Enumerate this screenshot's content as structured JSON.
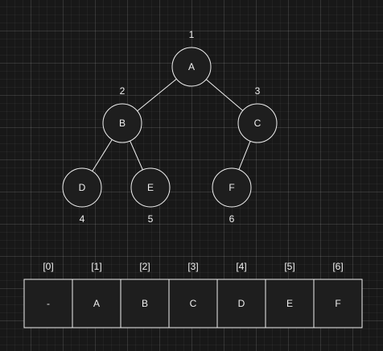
{
  "tree": {
    "nodes": [
      {
        "id": "A",
        "label": "A",
        "index": "1"
      },
      {
        "id": "B",
        "label": "B",
        "index": "2"
      },
      {
        "id": "C",
        "label": "C",
        "index": "3"
      },
      {
        "id": "D",
        "label": "D",
        "index": "4"
      },
      {
        "id": "E",
        "label": "E",
        "index": "5"
      },
      {
        "id": "F",
        "label": "F",
        "index": "6"
      }
    ],
    "edges": [
      {
        "from": "A",
        "to": "B"
      },
      {
        "from": "A",
        "to": "C"
      },
      {
        "from": "B",
        "to": "D"
      },
      {
        "from": "B",
        "to": "E"
      },
      {
        "from": "C",
        "to": "F"
      }
    ]
  },
  "array": {
    "cells": [
      {
        "index": "[0]",
        "value": "-"
      },
      {
        "index": "[1]",
        "value": "A"
      },
      {
        "index": "[2]",
        "value": "B"
      },
      {
        "index": "[3]",
        "value": "C"
      },
      {
        "index": "[4]",
        "value": "D"
      },
      {
        "index": "[5]",
        "value": "E"
      },
      {
        "index": "[6]",
        "value": "F"
      }
    ]
  },
  "colors": {
    "background": "#181818",
    "stroke": "#f0f0f0",
    "fill": "#1e1e1e",
    "text": "#f0f0f0"
  }
}
